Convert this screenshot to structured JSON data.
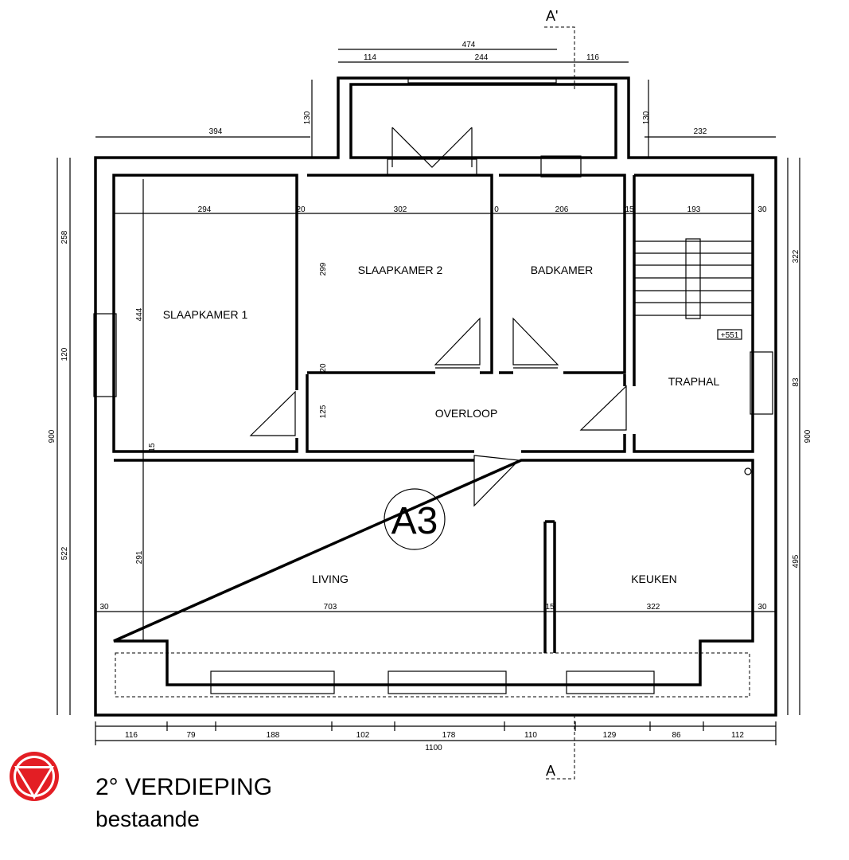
{
  "title": {
    "main": "2° VERDIEPING",
    "sub": "bestaande"
  },
  "sheet_label": "A3",
  "section_marks": {
    "top": "A'",
    "bottom": "A"
  },
  "level_mark": "+551",
  "colors": {
    "logo": "#e31e24",
    "line": "#000000"
  },
  "rooms": {
    "slaapkamer1": "SLAAPKAMER 1",
    "slaapkamer2": "SLAAPKAMER 2",
    "badkamer": "BADKAMER",
    "overloop": "OVERLOOP",
    "traphal": "TRAPHAL",
    "living": "LIVING",
    "keuken": "KEUKEN"
  },
  "dims": {
    "top": [
      "474",
      "114",
      "244",
      "116",
      "394",
      "130",
      "130",
      "232"
    ],
    "upper_row": [
      "294",
      "20",
      "302",
      "0",
      "206",
      "15",
      "193",
      "30"
    ],
    "left": [
      "258",
      "120",
      "900",
      "522"
    ],
    "inner_vertical": [
      "444",
      "299",
      "20",
      "125",
      "15",
      "291"
    ],
    "right": [
      "322",
      "83",
      "900",
      "495"
    ],
    "lower_row": [
      "30",
      "703",
      "15",
      "322",
      "30"
    ],
    "bottom": [
      "116",
      "79",
      "188",
      "102",
      "178",
      "110",
      "129",
      "86",
      "112"
    ],
    "total": "1100"
  }
}
